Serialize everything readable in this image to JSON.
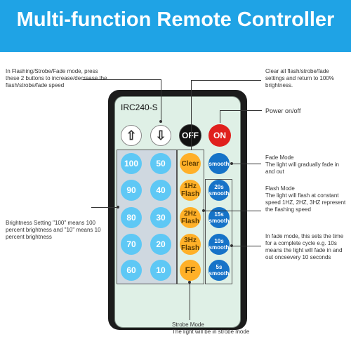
{
  "banner": {
    "title": "Multi-function Remote Controller"
  },
  "remote": {
    "model": "IRC240-S"
  },
  "buttons": {
    "up_arrow": "⇧",
    "down_arrow": "⇩",
    "off": "OFF",
    "on": "ON",
    "numbers": [
      "100",
      "50",
      "90",
      "40",
      "80",
      "30",
      "70",
      "20",
      "60",
      "10"
    ],
    "clear": "Clear",
    "hz1": "1Hz Flash",
    "hz2": "2Hz Flash",
    "hz3": "3Hz Flash",
    "ff": "FF",
    "smooth": "smooth",
    "s20": "20s smooth",
    "s15": "15s smooth",
    "s10": "10s smooth",
    "s5": "5s smooth"
  },
  "annotations": {
    "flash_speed": "In Flashing/Strobe/Fade mode, press these 2 buttons to increase/decrease the flash/strobe/fade speed",
    "clear": "Clear all flash/strobe/fade settings and return to 100% brightness.",
    "power": "Power on/off",
    "fade_title": "Fade Mode",
    "fade_desc": "The light will gradually fade in and out",
    "flash_title": "Flash Mode",
    "flash_desc": "The light will flash at constant speed 1HZ, 2HZ, 3HZ represent the flashing speed",
    "brightness": "Brightness Setting \"100\" means 100 percent brightness and \"10\" means 10 percent brightness",
    "fade_time": "In fade mode, this sets the time for a complete cycle e.g. 10s means the light will fade in and out onceevery 10 seconds",
    "strobe_title": "Strobe Mode",
    "strobe_desc": "The light will be in strobe mode"
  },
  "colors": {
    "banner": "#1fa3e5",
    "on": "#e0201d",
    "num": "#5ec8f5",
    "orange": "#ffb028",
    "blue": "#1673c8"
  }
}
